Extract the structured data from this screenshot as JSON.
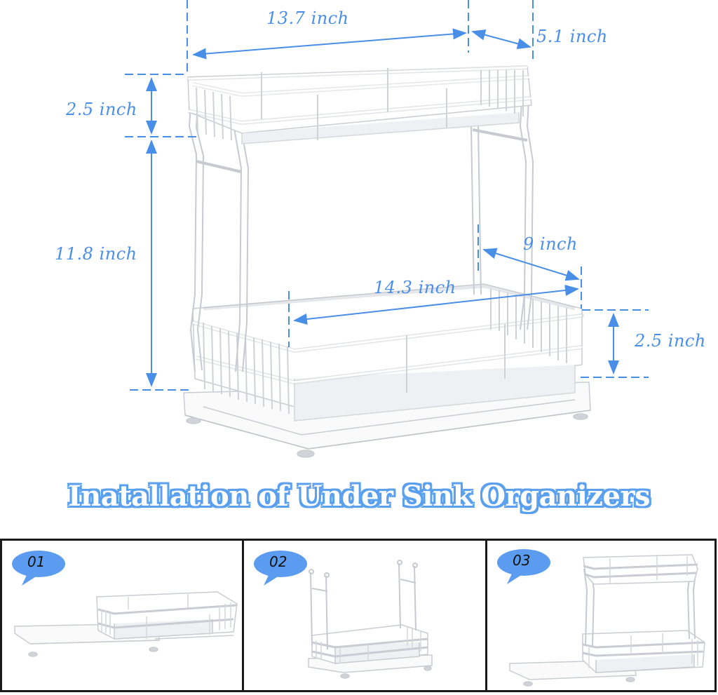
{
  "dimensions": {
    "top_length": "13.7 inch",
    "top_depth": "5.1 inch",
    "top_basket_height": "2.5 inch",
    "shelf_gap_height": "11.8 inch",
    "bottom_depth": "9 inch",
    "bottom_length": "14.3 inch",
    "bottom_basket_height": "2.5 inch"
  },
  "headline": "Inatallation of Under Sink Organizers",
  "steps": [
    {
      "number": "01",
      "description_image": "bottom basket sliding out of base frame"
    },
    {
      "number": "02",
      "description_image": "side posts attached to bottom basket on base"
    },
    {
      "number": "03",
      "description_image": "top shelf mounted, assembled two-tier organizer sliding on base"
    }
  ],
  "colors": {
    "dimension_blue": "#4a8fe7",
    "bubble_blue": "#5b9cf0",
    "frame_border": "#1a1a1a",
    "rack_white": "#ffffff",
    "rack_shadow": "#d8dbe0"
  }
}
